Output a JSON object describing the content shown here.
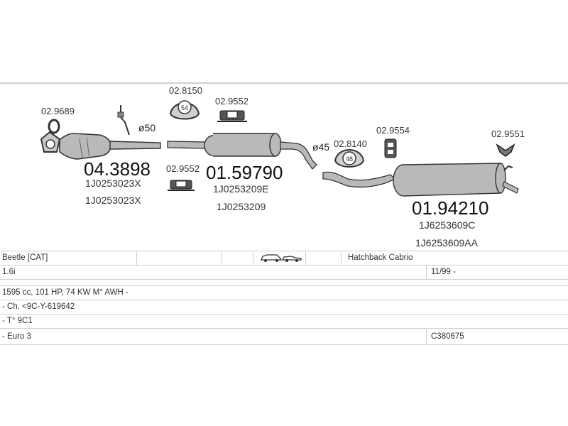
{
  "parts": {
    "p1": {
      "ref": "02.9689"
    },
    "p2": {
      "ref": "04.3898",
      "codes": [
        "1J0253023X",
        "1J0253023X"
      ]
    },
    "p3": {
      "ref": "02.8150",
      "size": "54"
    },
    "p4": {
      "ref": "02.9552"
    },
    "p5": {
      "ref": "02.9552"
    },
    "p6": {
      "ref": "01.59790",
      "codes": [
        "1J0253209E",
        "1J0253209"
      ]
    },
    "p7": {
      "ref": "02.8140",
      "size": "48"
    },
    "p8": {
      "ref": "02.9554"
    },
    "p9": {
      "ref": "02.9551"
    },
    "p10": {
      "ref": "01.94210",
      "codes": [
        "1J6253609C",
        "1J6253609AA"
      ]
    },
    "pipe_dia_1": "ø50",
    "pipe_dia_2": "ø45"
  },
  "vehicle": {
    "model": "Beetle  [CAT]",
    "body_type": "Hatchback Cabrio",
    "engine": "1.6i",
    "production": "11/99 -",
    "spec": "1595 cc, 101 HP, 74 KW M° AWH -",
    "chassis": "- Ch. <9C-Y-619642",
    "type": "- T° 9C1",
    "emission": "- Euro 3",
    "catalog_code": "C380675"
  },
  "colors": {
    "part_fill": "#b9b9b9",
    "part_stroke": "#3a3a3a",
    "grid": "#cfcfcf"
  }
}
